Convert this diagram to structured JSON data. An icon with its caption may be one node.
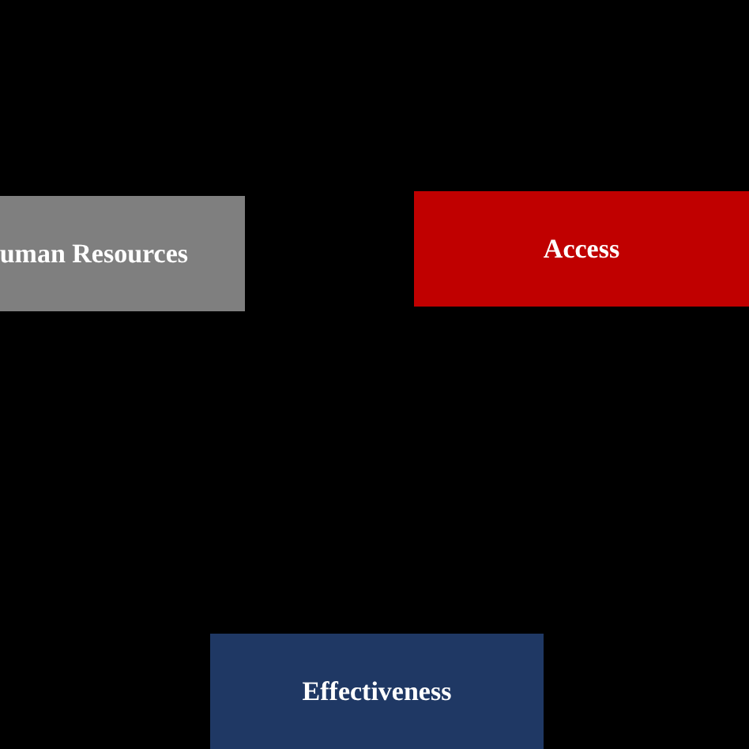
{
  "diagram": {
    "nodes": [
      {
        "text": [
          "uman Resources"
        ]
      },
      {
        "text": [
          "Access"
        ]
      },
      {
        "text": [
          "Effectiveness"
        ]
      }
    ]
  }
}
